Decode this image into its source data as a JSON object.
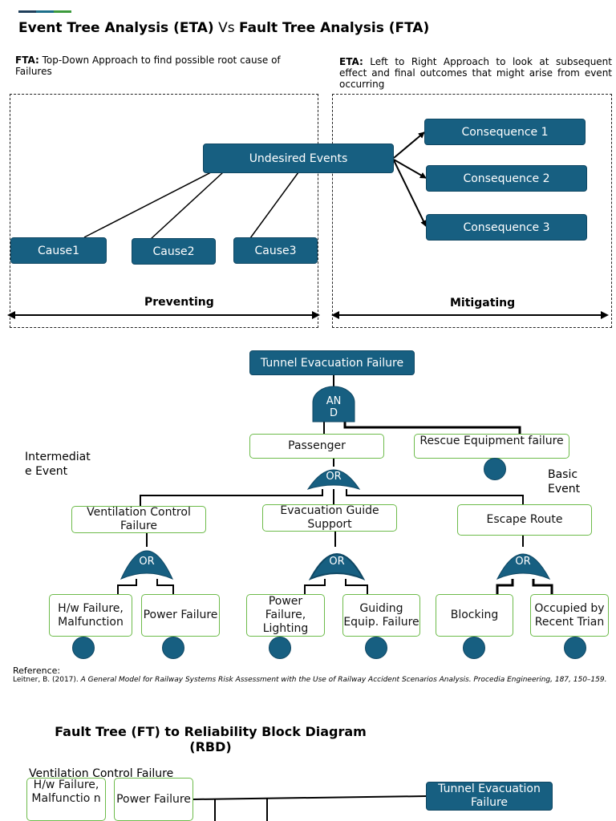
{
  "header": {
    "accent_colors": [
      "#1f3e5a",
      "#1d6f8a",
      "#3c9a3c"
    ],
    "title_eta": "Event Tree Analysis (ETA)",
    "title_vs": " Vs ",
    "title_fta": "Fault Tree Analysis (FTA)"
  },
  "notes": {
    "fta_label": "FTA:",
    "fta_text": " Top-Down Approach to find possible root cause of Failures",
    "eta_label": "ETA:",
    "eta_text": " Left to Right Approach to look at subsequent effect and final outcomes that might arise from event occurring"
  },
  "bowtie": {
    "center": "Undesired Events",
    "causes": [
      "Cause1",
      "Cause2",
      "Cause3"
    ],
    "consequences": [
      "Consequence 1",
      "Consequence 2",
      "Consequence 3"
    ],
    "left_label": "Preventing",
    "right_label": "Mitigating"
  },
  "fault_tree": {
    "top_event": "Tunnel Evacuation Failure",
    "and_gate": "AN\nD",
    "intermediate_label": "Intermediat\ne Event",
    "basic_label": "Basic\nEvent",
    "level1": {
      "passenger": "Passenger",
      "rescue": "Rescue Equipment failure"
    },
    "or_gate": "OR",
    "level2": [
      "Ventilation Control Failure",
      "Evacuation Guide Support",
      "Escape Route"
    ],
    "leaves": [
      "H/w Failure, Malfunction",
      "Power Failure",
      "Power Failure, Lighting",
      "Guiding Equip. Failure",
      "Blocking",
      "Occupied by Recent Trian"
    ]
  },
  "reference": {
    "label": "Reference:",
    "text_plain": "Leitner, B. (2017). ",
    "text_italic": "A General Model for Railway Systems Risk Assessment with the Use of Railway Accident Scenarios Analysis. Procedia Engineering, 187, 150–159."
  },
  "rbd": {
    "title": "Fault Tree (FT)  to Reliability Block Diagram (RBD)",
    "ventilation_label": "Ventilation Control Failure",
    "block_hw": "H/w Failure, Malfunctio n",
    "block_power": "Power Failure",
    "block_top": "Tunnel Evacuation Failure"
  }
}
